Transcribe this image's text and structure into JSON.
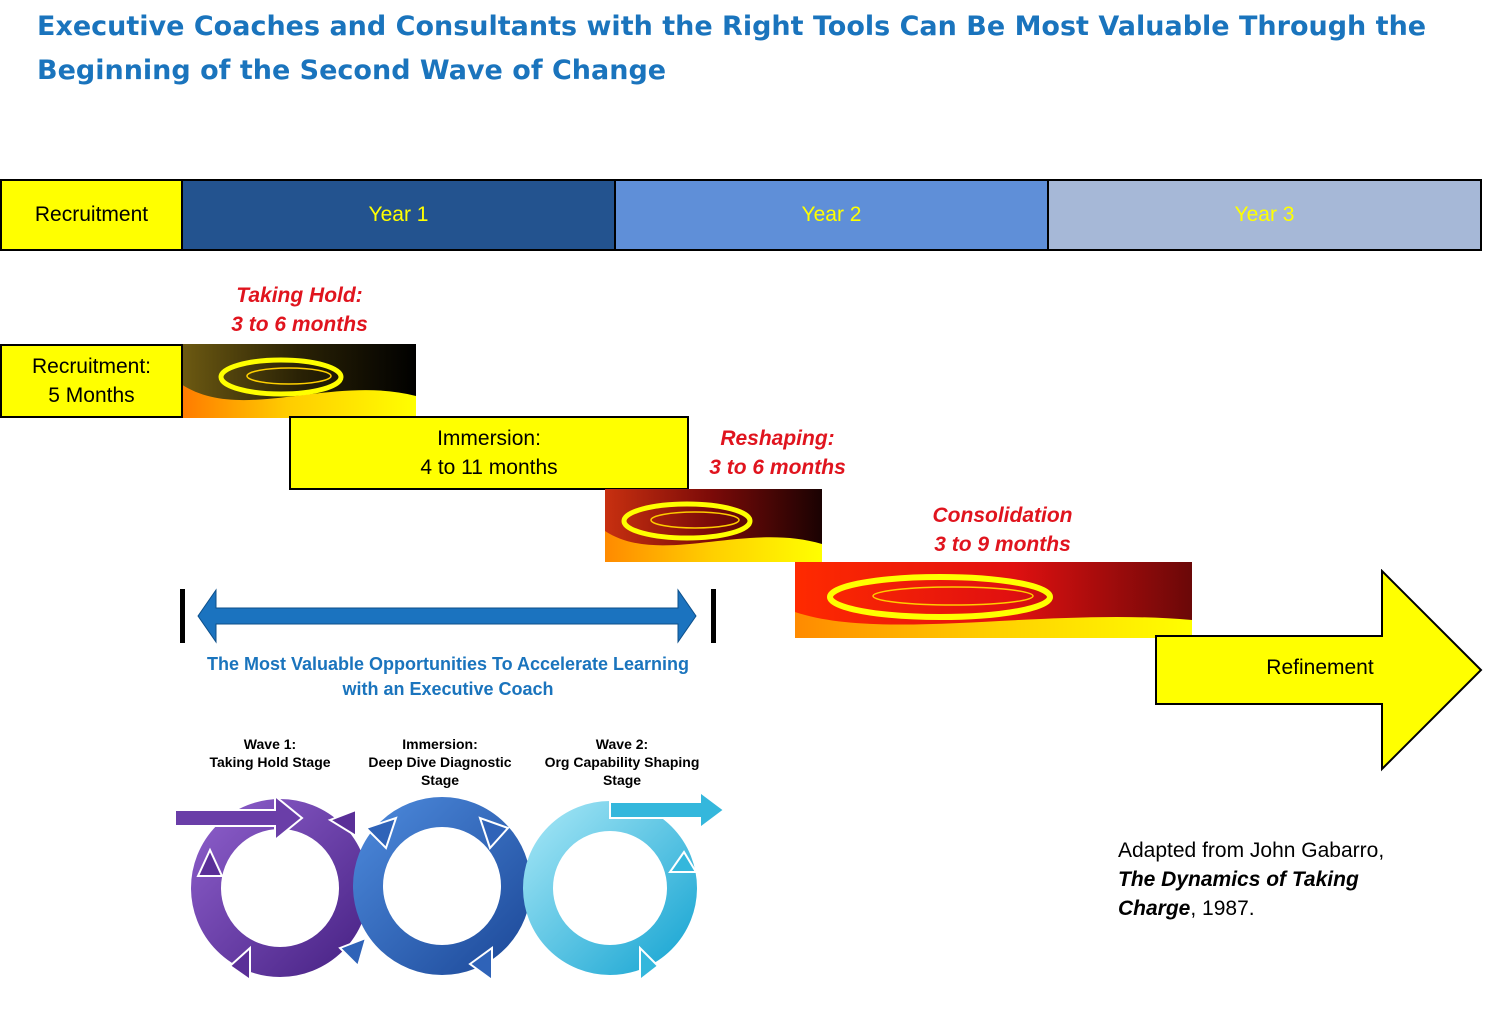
{
  "title": {
    "line1": "Executive Coaches and Consultants with the Right Tools Can Be Most Valuable Through the",
    "line2": "Beginning of the Second Wave of Change"
  },
  "timeline": {
    "recruitment": "Recruitment",
    "year1": "Year 1",
    "year2": "Year 2",
    "year3": "Year 3"
  },
  "stages": {
    "taking_hold": {
      "name": "Taking Hold:",
      "duration": "3 to 6 months"
    },
    "recruitment": {
      "name": "Recruitment:",
      "duration": "5 Months"
    },
    "immersion": {
      "name": "Immersion:",
      "duration": "4 to 11 months"
    },
    "reshaping": {
      "name": "Reshaping:",
      "duration": "3 to 6 months"
    },
    "consolidation": {
      "name": "Consolidation",
      "duration": "3 to 9 months"
    },
    "refinement": "Refinement"
  },
  "opportunity": {
    "line1": "The Most Valuable  Opportunities To Accelerate Learning",
    "line2": "with an Executive Coach"
  },
  "waves": [
    {
      "line1": "Wave 1:",
      "line2": "Taking Hold Stage",
      "line3": ""
    },
    {
      "line1": "Immersion:",
      "line2": "Deep Dive Diagnostic",
      "line3": "Stage"
    },
    {
      "line1": "Wave 2:",
      "line2": "Org Capability Shaping",
      "line3": "Stage"
    }
  ],
  "citation": {
    "line1": "Adapted from John Gabarro,",
    "book_part1": "The Dynamics of Taking",
    "book_part2": "Charge",
    "year": ", 1987."
  },
  "colors": {
    "title": "#1a74bd",
    "year1": "#23538f",
    "year2": "#5f8fd8",
    "year3": "#a6b8d7",
    "yellow": "#ffff00",
    "stage_red": "#e0141e",
    "wave_purple": "#6a3ea8",
    "wave_blue": "#2f63b8",
    "wave_cyan": "#34b7dc"
  },
  "icons": [
    "swirl-graphic",
    "double-headed-arrow-icon",
    "cycle-arrows-icon",
    "right-arrow-icon"
  ]
}
